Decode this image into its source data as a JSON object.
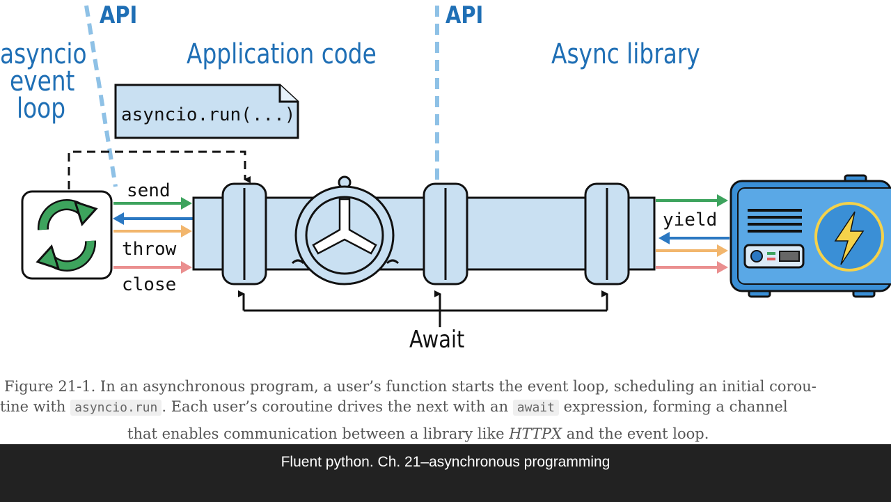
{
  "labels": {
    "api_left": "API",
    "api_right": "API",
    "event_loop_1": "asyncio",
    "event_loop_2": "event",
    "event_loop_3": "loop",
    "application_code": "Application code",
    "async_library": "Async library",
    "run_call": "asyncio.run(...)",
    "send": "send",
    "throw": "throw",
    "close": "close",
    "yield": "yield",
    "await": "Await"
  },
  "caption": {
    "line1": "Figure 21-1. In an asynchronous program, a user’s function starts the event loop, scheduling an initial corou-",
    "line2_pre": "tine with",
    "line2_code1": "asyncio.run",
    "line2_mid": ". Each user’s coroutine drives the next with an",
    "line2_code2": "await",
    "line2_post": "expression, forming a channel",
    "line3_pre": "that enables communication between a library like",
    "line3_em": "HTTPX",
    "line3_post": "and the event loop."
  },
  "footer": {
    "text": "Fluent python. Ch. 21–asynchronous programming"
  },
  "colors": {
    "label_blue": "#1f6fb5",
    "pipe_fill": "#c9e0f2",
    "green": "#3da35d",
    "blue": "#2b78c2",
    "orange": "#f2b66d",
    "pink": "#ea8f8f",
    "dashed_api": "#8ec1e6",
    "generator_blue": "#3a8fd6",
    "bolt": "#f5d24a"
  },
  "icons": {
    "event_loop": "recycle-arrows-icon",
    "generator": "power-generator-icon",
    "valve": "valve-wheel-icon"
  }
}
